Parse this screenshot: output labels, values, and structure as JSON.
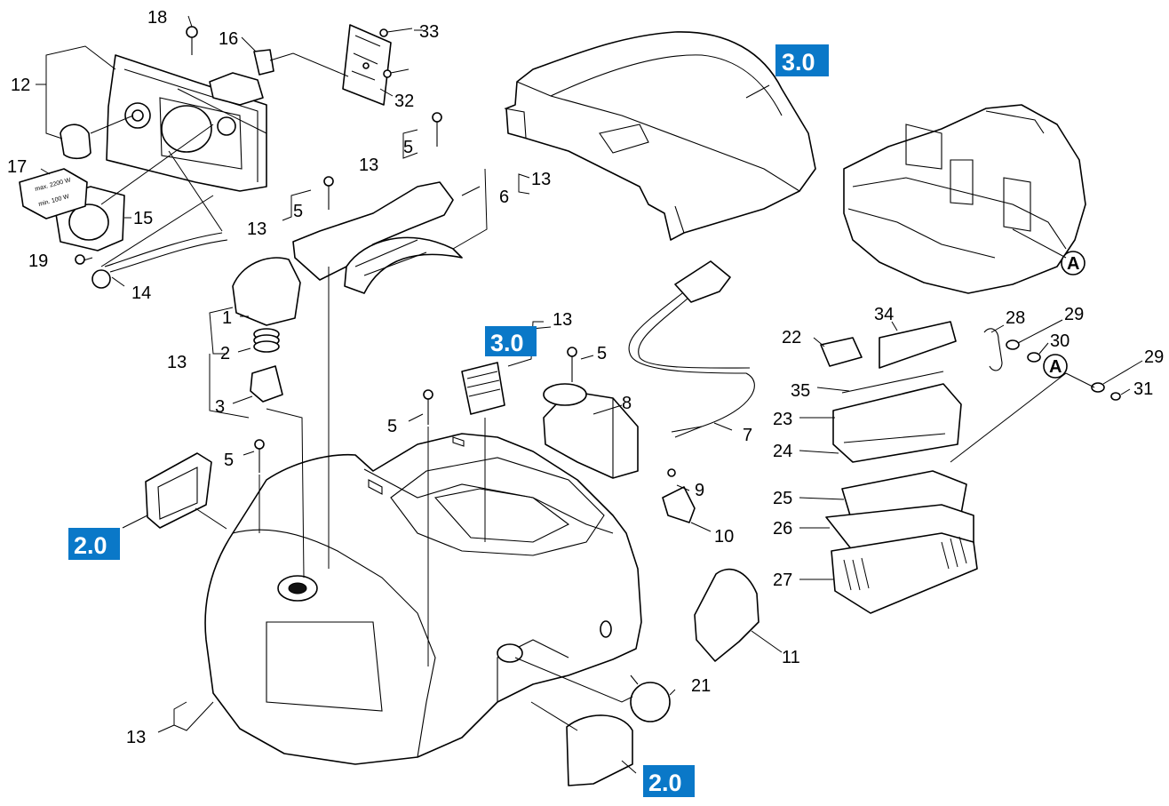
{
  "callouts": {
    "c1": "1",
    "c2": "2",
    "c3": "3",
    "c5a": "5",
    "c5b": "5",
    "c5c": "5",
    "c5d": "5",
    "c5e": "5",
    "c6": "6",
    "c7": "7",
    "c8": "8",
    "c9": "9",
    "c10": "10",
    "c11": "11",
    "c12": "12",
    "c13a": "13",
    "c13b": "13",
    "c13c": "13",
    "c13d": "13",
    "c13e": "13",
    "c13f": "13",
    "c14": "14",
    "c15": "15",
    "c16": "16",
    "c17": "17",
    "c18": "18",
    "c19": "19",
    "c21": "21",
    "c22": "22",
    "c23": "23",
    "c24": "24",
    "c25": "25",
    "c26": "26",
    "c27": "27",
    "c28": "28",
    "c29a": "29",
    "c29b": "29",
    "c30": "30",
    "c31": "31",
    "c32": "32",
    "c33": "33",
    "c34": "34",
    "c35": "35"
  },
  "badges": {
    "b30_top": "3.0",
    "b30_mid": "3.0",
    "b20_left": "2.0",
    "b20_bottom": "2.0"
  },
  "markers": {
    "mA1": "A",
    "mA2": "A"
  },
  "plate_text": {
    "max": "max. 2200 W",
    "min": "min. 100 W"
  },
  "colors": {
    "badge": "#0a78c8",
    "ink": "#000000"
  }
}
